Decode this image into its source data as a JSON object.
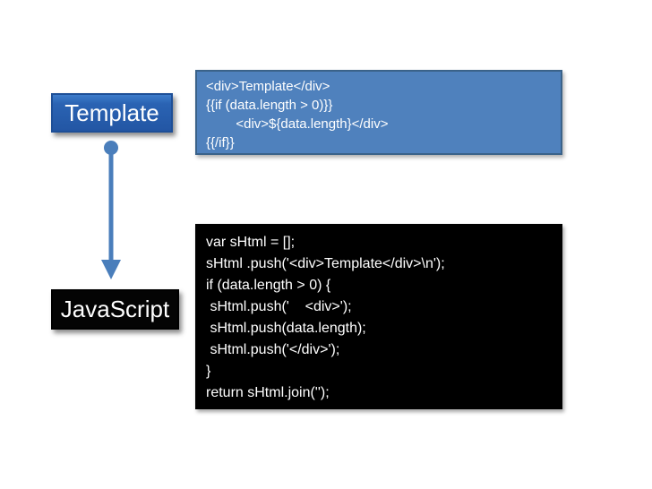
{
  "nodes": {
    "template_label": "Template",
    "javascript_label": "JavaScript"
  },
  "template_code": {
    "lines": [
      "<div>Template</div>",
      "{{if (data.length > 0)}}",
      "        <div>${data.length}</div>",
      "{{/if}}"
    ]
  },
  "javascript_code": {
    "lines": [
      "var sHtml = [];",
      "sHtml .push('<div>Template</div>\\n');",
      "if (data.length > 0) {",
      " sHtml.push('    <div>');",
      " sHtml.push(data.length);",
      " sHtml.push('</div>');",
      "}",
      "return sHtml.join('');"
    ]
  },
  "colors": {
    "template_node_fill": "#2a63b3",
    "template_node_border": "#1e4f97",
    "javascript_node_fill": "#040404",
    "template_code_fill": "#4f81bd",
    "template_code_border": "#3a6289",
    "javascript_code_fill": "#000000",
    "arrow_blue": "#4a7ebb",
    "text_white": "#ffffff",
    "background": "#ffffff"
  }
}
